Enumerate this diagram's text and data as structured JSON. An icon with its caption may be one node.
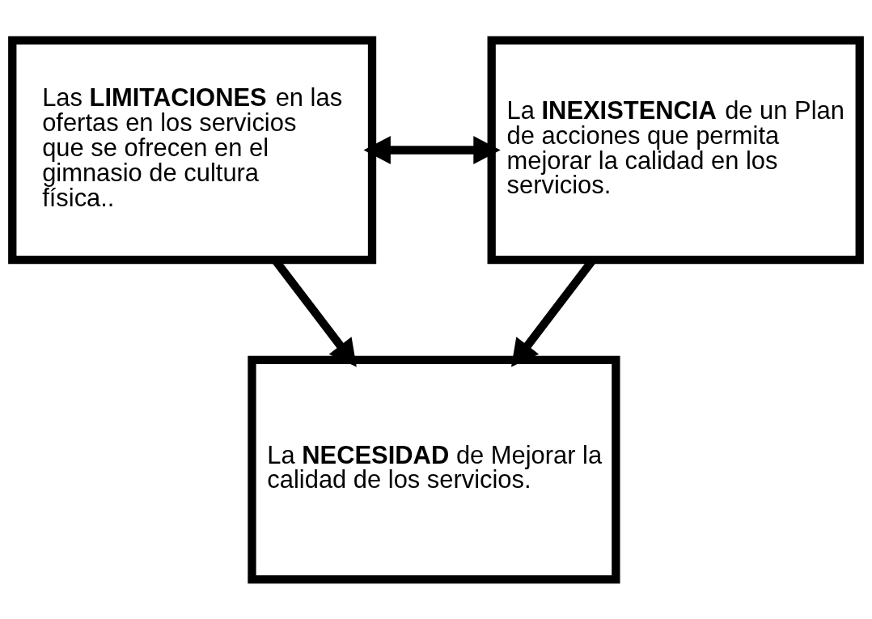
{
  "diagram": {
    "nodes": [
      {
        "text": [
          "Las **LIMITACIONES** en las ofertas en los servicios que se ofrecen en el gimnasio de cultura física.."
        ]
      },
      {
        "text": [
          "La **INEXISTENCIA** de un Plan de acciones que permita mejorar la calidad en los servicios."
        ]
      },
      {
        "text": [
          "La **NECESIDAD** de Mejorar la calidad de los servicios."
        ]
      }
    ],
    "edges": [
      {
        "from": 0,
        "to": 1,
        "arrow": "both"
      },
      {
        "from": 0,
        "to": 2,
        "arrow": "to"
      },
      {
        "from": 1,
        "to": 2,
        "arrow": "to"
      }
    ]
  }
}
